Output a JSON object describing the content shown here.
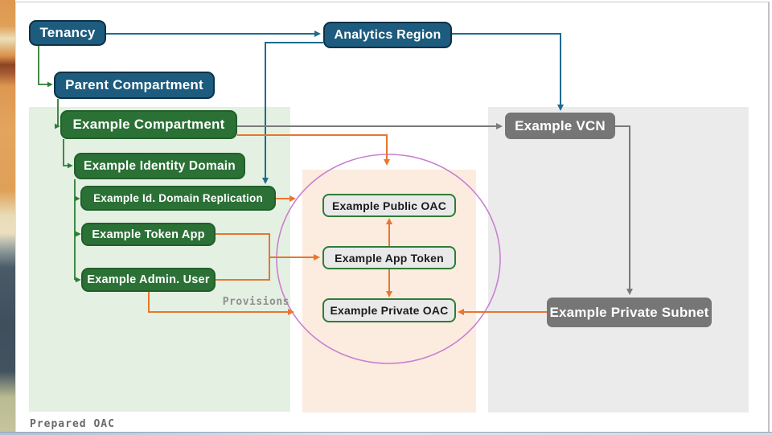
{
  "diagram": {
    "nodes": {
      "tenancy": "Tenancy",
      "parent_compartment": "Parent Compartment",
      "analytics_region": "Analytics Region",
      "example_compartment": "Example Compartment",
      "example_identity_domain": "Example Identity Domain",
      "example_id_domain_replication": "Example Id. Domain Replication",
      "example_token_app": "Example Token App",
      "example_admin_user": "Example Admin. User",
      "example_vcn": "Example VCN",
      "example_private_subnet": "Example Private Subnet",
      "example_public_oac": "Example Public OAC",
      "example_app_token": "Example App Token",
      "example_private_oac": "Example Private OAC"
    },
    "annotations": {
      "provisions": "Provisions",
      "prepared": "Prepared OAC"
    },
    "edges": [
      {
        "from": "tenancy",
        "to": "analytics_region",
        "color": "teal"
      },
      {
        "from": "analytics_region",
        "to": "example_vcn",
        "color": "teal"
      },
      {
        "from": "analytics_region",
        "to": "example_id_domain_replication",
        "color": "teal"
      },
      {
        "from": "tenancy",
        "to": "parent_compartment",
        "color": "green"
      },
      {
        "from": "parent_compartment",
        "to": "example_compartment",
        "color": "green"
      },
      {
        "from": "example_compartment",
        "to": "example_identity_domain",
        "color": "green"
      },
      {
        "from": "example_identity_domain",
        "to": "example_id_domain_replication",
        "color": "green"
      },
      {
        "from": "example_identity_domain",
        "to": "example_token_app",
        "color": "green"
      },
      {
        "from": "example_identity_domain",
        "to": "example_admin_user",
        "color": "green"
      },
      {
        "from": "example_compartment",
        "to": "example_vcn",
        "color": "gray"
      },
      {
        "from": "example_vcn",
        "to": "example_private_subnet",
        "color": "gray"
      },
      {
        "from": "example_compartment",
        "to": "oac_circle",
        "color": "orange"
      },
      {
        "from": "example_id_domain_replication",
        "to": "oac_circle",
        "color": "orange"
      },
      {
        "from": "example_token_app",
        "to": "example_app_token",
        "color": "orange"
      },
      {
        "from": "example_admin_user",
        "to": "example_app_token",
        "color": "orange"
      },
      {
        "from": "example_admin_user",
        "to": "example_private_oac",
        "color": "orange",
        "label": "Provisions"
      },
      {
        "from": "example_app_token",
        "to": "example_public_oac",
        "color": "orange"
      },
      {
        "from": "example_app_token",
        "to": "example_private_oac",
        "color": "orange"
      },
      {
        "from": "example_private_subnet",
        "to": "example_private_oac",
        "color": "orange"
      }
    ],
    "colors": {
      "blue_node_fill": "#1d5c7e",
      "blue_node_border": "#0e3146",
      "green_node_fill": "#2b7136",
      "gray_node_fill": "#767676",
      "light_node_fill": "#e9e9e9",
      "teal_line": "#1f6b8e",
      "green_line": "#2e7d36",
      "gray_line": "#7a7a7a",
      "orange_line": "#e8762e",
      "circle_stroke": "#c97fd2",
      "region_green": "#e4f1e2",
      "region_peach": "#fcebdf",
      "region_gray": "#ebebeb"
    }
  }
}
